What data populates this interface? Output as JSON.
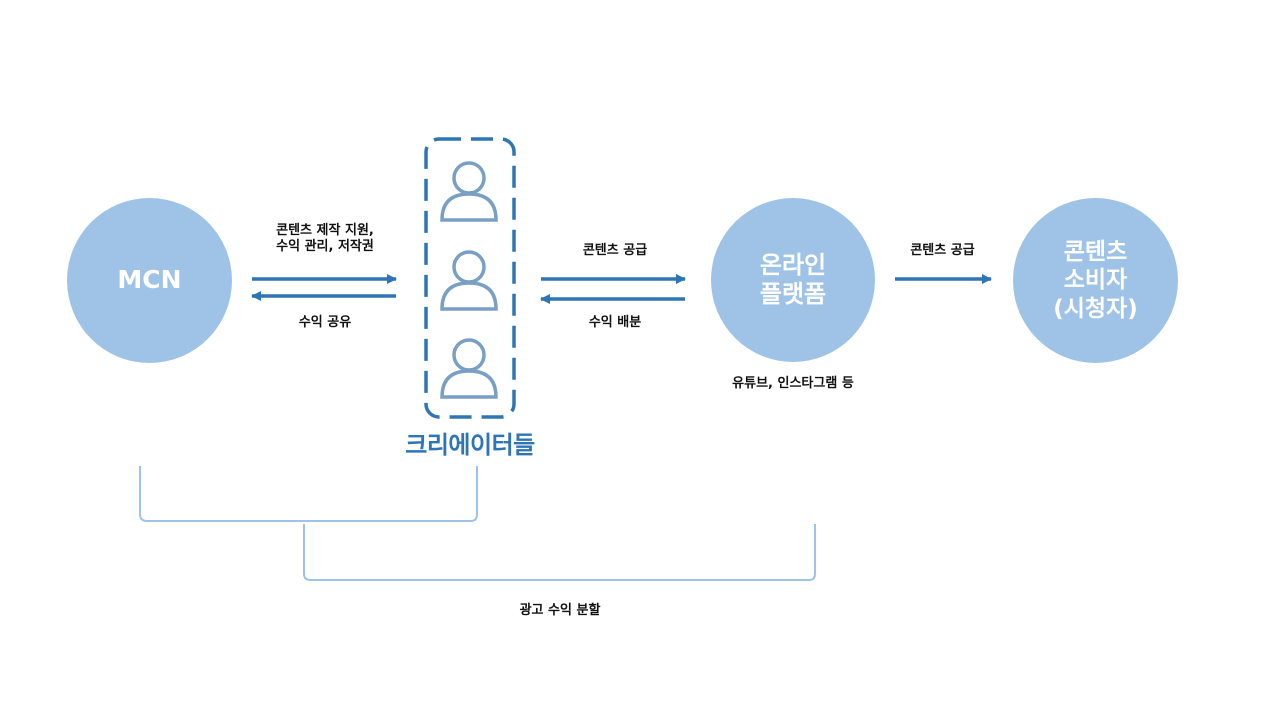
{
  "colors": {
    "node_fill": "#9fc3e6",
    "arrow": "#2e75b6",
    "creator_icon": "#7a9fc4",
    "bracket": "#9fc3e6",
    "group_caption": "#2e75b6"
  },
  "nodes": {
    "mcn": "MCN",
    "platform": "온라인\n플랫폼",
    "consumer": "콘텐츠\n소비자\n(시청자)"
  },
  "creators": {
    "caption": "크리에이터들",
    "icon_name": "person-icon",
    "count": 3
  },
  "edges": {
    "mcn_to_creators": "콘텐츠 제작 지원,\n수익 관리, 저작권",
    "creators_to_mcn": "수익 공유",
    "creators_to_platform": "콘텐츠 공급",
    "platform_to_creators": "수익 배분",
    "platform_to_consumer": "콘텐츠 공급"
  },
  "platform_examples": "유튜브, 인스타그램 등",
  "ad_revenue_label": "광고 수익 분할"
}
